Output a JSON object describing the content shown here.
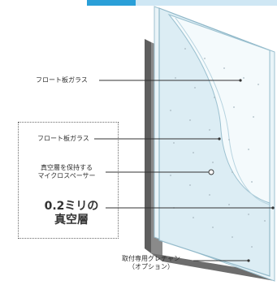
{
  "labels": {
    "float_glass_outer": "フロート板ガラス",
    "float_glass_inner": "フロート板ガラス",
    "spacer_line1": "真空層を保持する",
    "spacer_line2": "マイクロスペーサー",
    "vacuum_line1": "0.2ミリの",
    "vacuum_line2": "真空層",
    "glazing_line1": "取付専用グレチャン",
    "glazing_line2": "（オプション）"
  },
  "colors": {
    "banner_dark": "#2a9fd8",
    "banner_light": "#cfe7f4",
    "glass_fill": "#e3f0f6",
    "glass_edge": "#8fb7c8",
    "frame": "#7a7a7a",
    "frame_dark": "#5a5a5a",
    "leader": "#333333"
  }
}
